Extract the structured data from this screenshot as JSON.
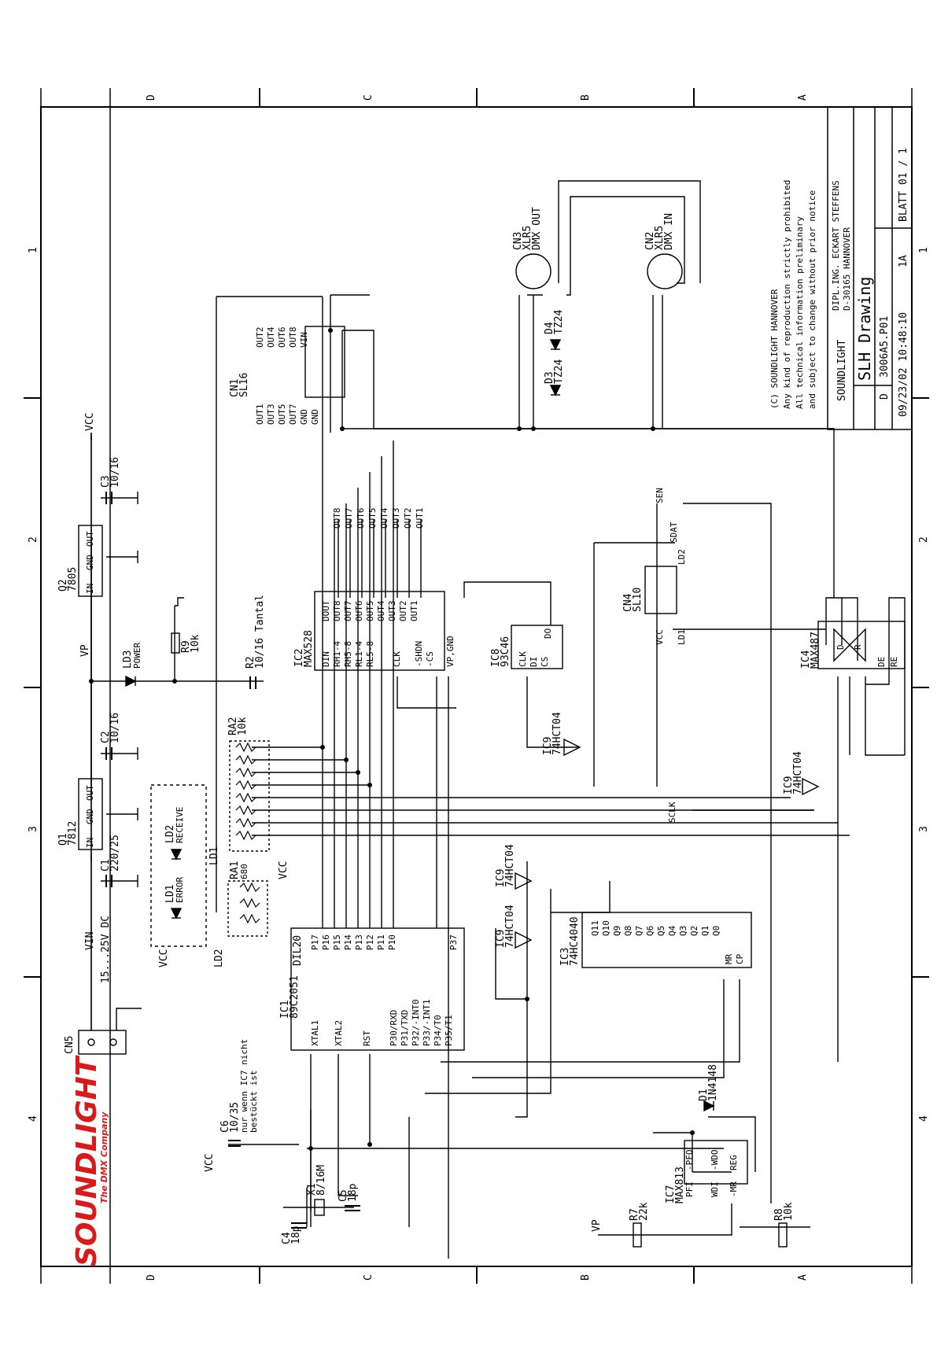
{
  "border": {
    "zones": [
      "D",
      "C",
      "B",
      "A"
    ],
    "numbers": [
      "1",
      "2",
      "3",
      "4"
    ]
  },
  "logo": {
    "name": "SOUNDLIGHT",
    "tagline": "The DMX Company"
  },
  "title_block": {
    "copyright": "(C) SOUNDLIGHT HANNOVER",
    "notice_1": "Any kind of reproduction strictly prohibited",
    "notice_2": "All technical information preliminary",
    "notice_3": "and subject to change without prior notice",
    "company": "SOUNDLIGHT",
    "owner": "DIPL.ING. ECKART STEFFENS",
    "address": "D-30165 HANNOVER",
    "drawing_title": "SLH Drawing",
    "size": "D",
    "file": "3006A5.P01",
    "rev": "1A",
    "date": "09/23/02 10:48:10",
    "sheet": "BLATT 01 / 1"
  },
  "components": {
    "cn5": "CN5",
    "vin": "VIN",
    "vin_range": "15...25V DC",
    "q1_ref": "Q1",
    "q1_val": "7812",
    "q2_ref": "Q2",
    "q2_val": "7805",
    "pin_in": "IN",
    "pin_gnd": "GND",
    "pin_out": "OUT",
    "c1_ref": "C1",
    "c1_val": "220/25",
    "c2_ref": "C2",
    "c2_val": "10/16",
    "c3_ref": "C3",
    "c3_val": "10/16",
    "vp": "VP",
    "vcc": "VCC",
    "ld3_ref": "LD3",
    "ld3_val": "POWER",
    "r9_ref": "R9",
    "r9_val": "10k",
    "r2_ref": "R2",
    "r2_val": "10/16 Tantal",
    "ld2_ref": "LD2",
    "ld2_val": "RECEIVE",
    "ld1_ref": "LD1",
    "ld1_val": "ERROR",
    "ra1_ref": "RA1",
    "ra1_val": "680",
    "ra2_ref": "RA2",
    "ra2_val": "10k",
    "ic1_ref": "IC1",
    "ic1_val": "89C2051",
    "ic1_pkg": "DIL20",
    "ic1_pins_left": [
      "XTAL1",
      "XTAL2",
      "RST",
      "P30/RXD",
      "P31/TXD",
      "P32/-INT0",
      "P33/-INT1",
      "P34/T0",
      "P35/T1"
    ],
    "ic1_pins_right": [
      "P17",
      "P16",
      "P15",
      "P14",
      "P13",
      "P12",
      "P11",
      "P10",
      "P37"
    ],
    "ic2_ref": "IC2",
    "ic2_val": "MAX528",
    "ic2_pins": [
      "DIN",
      "RH1-4",
      "RH5-8",
      "RL1-4",
      "RL5-8",
      "CLK",
      "-SHDN",
      "-CS",
      "VP,GND",
      "DOUT",
      "OUT8",
      "OUT7",
      "OUT6",
      "OUT5",
      "OUT4",
      "OUT3",
      "OUT2",
      "OUT1"
    ],
    "outs": [
      "OUT8",
      "OUT7",
      "OUT6",
      "OUT5",
      "OUT4",
      "OUT3",
      "OUT2",
      "OUT1"
    ],
    "cn1_ref": "CN1",
    "cn1_val": "SL16",
    "cn1_left": [
      "OUT1",
      "OUT3",
      "OUT5",
      "OUT7",
      "GND",
      "GND"
    ],
    "cn1_right": [
      "OUT2",
      "OUT4",
      "OUT6",
      "OUT8",
      "VIN"
    ],
    "cn3_ref": "CN3",
    "cn3_val": "XLR5",
    "cn3_name": "DMX OUT",
    "cn2_ref": "CN2",
    "cn2_val": "XLR5",
    "cn2_name": "DMX IN",
    "d4_ref": "D4",
    "d4_val": "TZ24",
    "d3_ref": "D3",
    "d3_val": "TZ24",
    "ic8_ref": "IC8",
    "ic8_val": "93C46",
    "ic8_pins": [
      "CLK",
      "DI",
      "CS",
      "DO"
    ],
    "cn4_ref": "CN4",
    "cn4_val": "SL10",
    "ld1_net": "LD1",
    "ld2_net": "LD2",
    "sdat": "SDAT",
    "sen": "SEN",
    "sclk": "SCLK",
    "ic9_ref": "IC9",
    "ic9_val": "74HCT04",
    "ic4_ref": "IC4",
    "ic4_val": "MAX487",
    "ic4_pins": [
      "D",
      "R",
      "DE",
      "RE"
    ],
    "ic3_ref": "IC3",
    "ic3_val": "74HC4040",
    "ic3_pins": [
      "Q11",
      "Q10",
      "Q9",
      "Q8",
      "Q7",
      "Q6",
      "Q5",
      "Q4",
      "Q3",
      "Q2",
      "Q1",
      "Q0",
      "MR",
      "CP"
    ],
    "ic7_ref": "IC7",
    "ic7_val": "MAX813",
    "ic7_pins": [
      "PFI",
      "-PFO",
      "WDI",
      "-WDO",
      "-MR",
      "REG"
    ],
    "d1_ref": "D1",
    "d1_val": "1N4148",
    "r7_ref": "R7",
    "r7_val": "22k",
    "r8_ref": "R8",
    "r8_val": "10k",
    "c6_ref": "C6",
    "c6_val": "10/35",
    "c6_note_1": "nur wenn IC7 nicht",
    "c6_note_2": "bestückt ist",
    "x1_ref": "X1",
    "x1_val": "8/16M",
    "c4_ref": "C4",
    "c4_val": "18p",
    "c5_ref": "C5",
    "c5_val": "18p"
  }
}
